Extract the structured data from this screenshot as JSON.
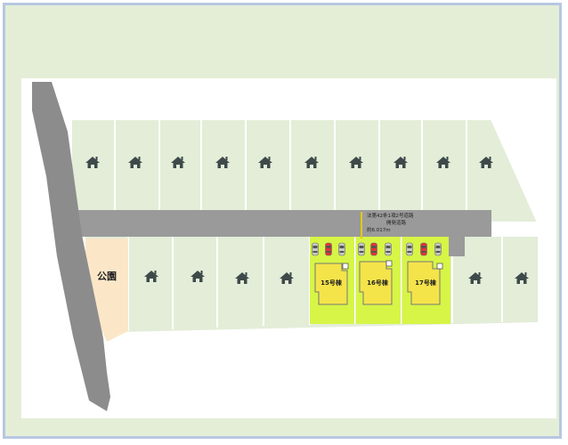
{
  "park_label": "公園",
  "road": {
    "line1": "法第42条1項2号道路",
    "line2": "開発道路",
    "line3": "約6.017m"
  },
  "highlight_color": "#d7f546",
  "lots_highlighted": [
    {
      "label": "15号棟"
    },
    {
      "label": "16号棟"
    },
    {
      "label": "17号棟"
    }
  ],
  "icons": {
    "house": "house-icon",
    "car": "car-icon"
  }
}
